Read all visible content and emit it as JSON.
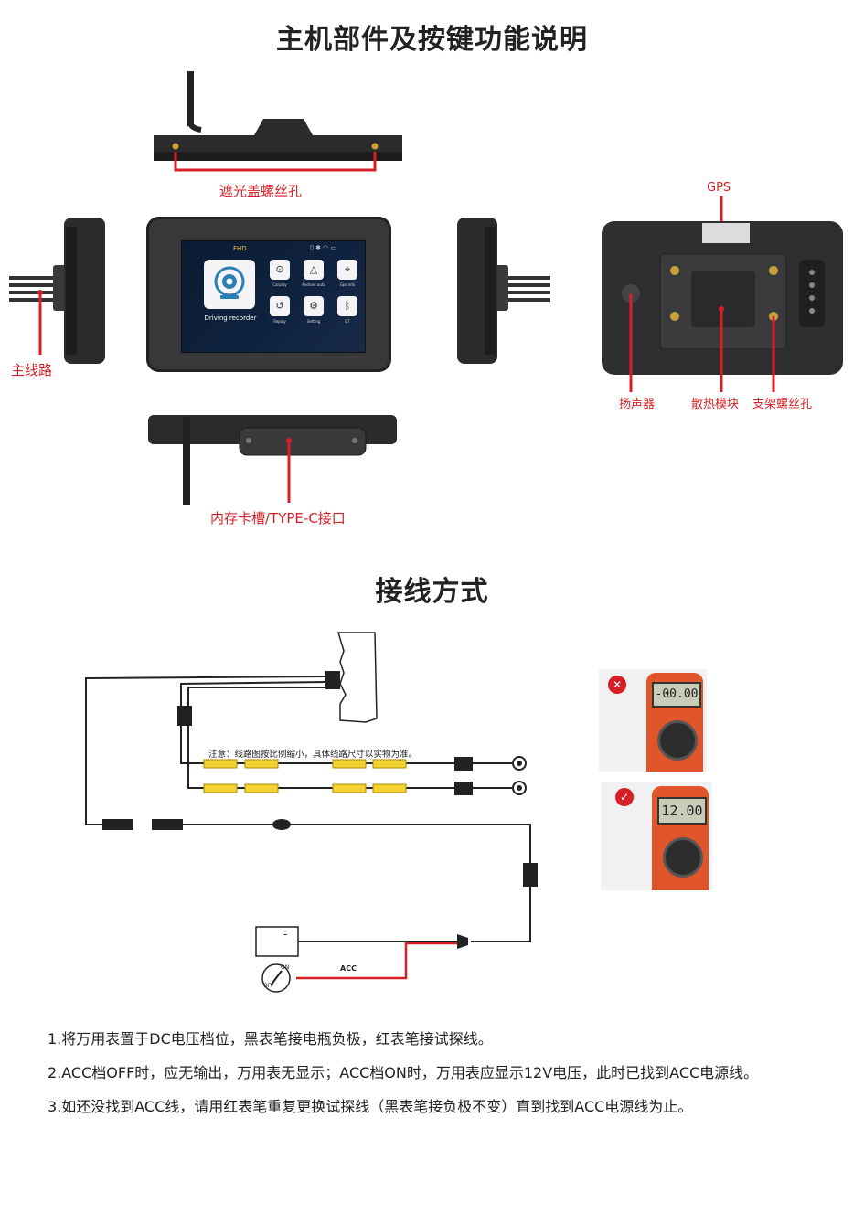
{
  "section1": {
    "title": "主机部件及按键功能说明",
    "labels": {
      "visor_screw": "遮光盖螺丝孔",
      "main_wire": "主线路",
      "gps": "GPS",
      "speaker": "扬声器",
      "heatsink": "散热模块",
      "mount_screw": "支架螺丝孔",
      "memory_typec": "内存卡槽/TYPE-C接口"
    },
    "screen": {
      "badge": "FHD",
      "main_app": "Driving recorder",
      "apps": [
        {
          "label": "Carplay",
          "icon": "play-icon"
        },
        {
          "label": "Android auto",
          "icon": "triangle-icon"
        },
        {
          "label": "Gps info",
          "icon": "location-pin-icon"
        },
        {
          "label": "Replay",
          "icon": "replay-icon"
        },
        {
          "label": "Setting",
          "icon": "gear-icon"
        },
        {
          "label": "BT",
          "icon": "bluetooth-icon"
        }
      ]
    }
  },
  "section2": {
    "title": "接线方式",
    "note": "注意：线路图按比例缩小，具体线路尺寸以实物为准。",
    "acc_label": "ACC",
    "switch_on": "ON",
    "switch_off": "OFF",
    "battery_minus": "-",
    "meter_wrong": "-00.00",
    "meter_right": "12.00"
  },
  "steps": [
    "1.将万用表置于DC电压档位，黑表笔接电瓶负极，红表笔接试探线。",
    "2.ACC档OFF时，应无输出，万用表无显示；ACC档ON时，万用表应显示12V电压，此时已找到ACC电源线。",
    "3.如还没找到ACC线，请用红表笔重复更换试探线（黑表笔接负极不变）直到找到ACC电源线为止。"
  ],
  "colors": {
    "accent_red": "#d61f26",
    "wire_yellow": "#f2d22e",
    "meter_orange": "#e0552a",
    "device_dark": "#2b2b2d"
  }
}
